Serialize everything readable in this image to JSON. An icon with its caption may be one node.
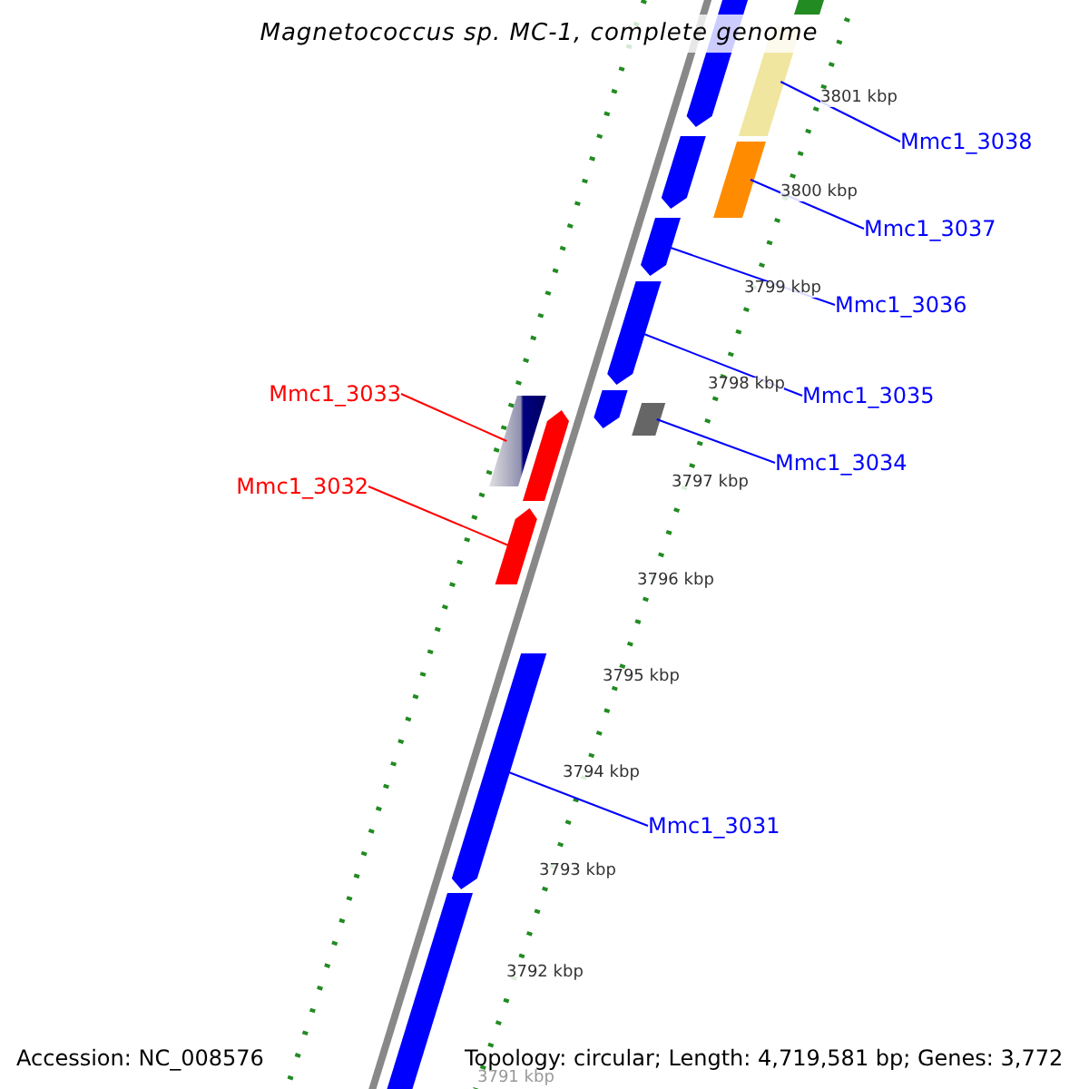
{
  "diagram": {
    "title": "Magnetococcus sp. MC-1, complete genome",
    "nodes": [
      {
        "text": [
          "Mmc1_3038"
        ]
      },
      {
        "text": [],
        "shape": "bar"
      },
      {
        "text": [
          "Mmc1_3037"
        ]
      },
      {
        "text": [],
        "shape": "bar"
      },
      {
        "text": [
          "Mmc1_3036"
        ]
      },
      {
        "text": [],
        "shape": "bar"
      },
      {
        "text": [
          "Mmc1_3035"
        ]
      },
      {
        "text": [],
        "shape": "bar"
      },
      {
        "text": [
          "Mmc1_3034"
        ]
      },
      {
        "text": [],
        "shape": "bar"
      },
      {
        "text": [
          "Mmc1_3033"
        ]
      },
      {
        "text": [],
        "shape": "bar"
      },
      {
        "text": [
          "Mmc1_3032"
        ]
      },
      {
        "text": [],
        "shape": "bar"
      },
      {
        "text": [
          "Mmc1_3031"
        ]
      },
      {
        "text": [],
        "shape": "bar"
      },
      {
        "text": [],
        "shape": "bar"
      },
      {
        "text": [],
        "shape": "bar"
      },
      {
        "text": [],
        "shape": "bar"
      },
      {
        "text": [],
        "shape": "bar"
      },
      {
        "text": [],
        "shape": "bar"
      },
      {
        "text": [],
        "shape": "bar"
      }
    ],
    "edges": [
      {
        "from": 0,
        "to": 1,
        "arrow": "none"
      },
      {
        "from": 2,
        "to": 3,
        "arrow": "none"
      },
      {
        "from": 4,
        "to": 5,
        "arrow": "none"
      },
      {
        "from": 6,
        "to": 7,
        "arrow": "none"
      },
      {
        "from": 8,
        "to": 9,
        "arrow": "none"
      },
      {
        "from": 10,
        "to": 11,
        "arrow": "none",
        "color": "#ff0000"
      },
      {
        "from": 12,
        "to": 13,
        "arrow": "none",
        "color": "#ff0000"
      },
      {
        "from": 14,
        "to": 15,
        "arrow": "none"
      }
    ],
    "labels": [
      "3801 kbp",
      "3800 kbp",
      "3799 kbp",
      "3798 kbp",
      "3797 kbp",
      "3796 kbp",
      "3795 kbp",
      "3794 kbp",
      "3793 kbp",
      "3792 kbp",
      "3791 kbp",
      "Accession: NC_008576",
      "Topology: circular; Length: 4,719,581 bp; Genes: 3,772"
    ]
  }
}
